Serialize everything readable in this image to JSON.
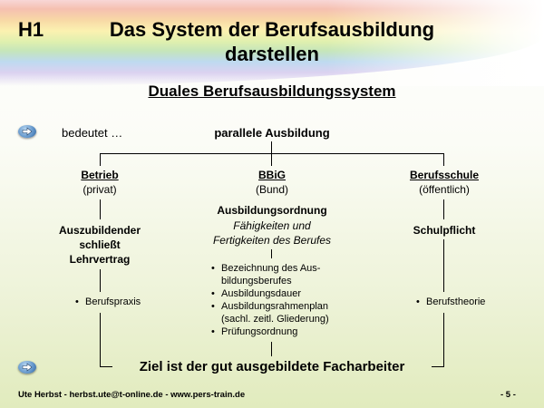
{
  "header": {
    "code": "H1",
    "title_line1": "Das System der Berufsausbildung",
    "title_line2": "darstellen"
  },
  "subtitle": "Duales Berufsausbildungssystem",
  "row_top": {
    "lead": "bedeutet …",
    "center": "parallele Ausbildung"
  },
  "betrieb": {
    "title": "Betrieb",
    "sub": "(privat)",
    "role_line1": "Auszubildender",
    "role_line2": "schließt",
    "role_line3": "Lehrvertrag",
    "bullet": "Berufspraxis"
  },
  "bbig": {
    "title": "BBiG",
    "sub": "(Bund)",
    "heading": "Ausbildungsordnung",
    "italic_line1": "Fähigkeiten und",
    "italic_line2": "Fertigkeiten des Berufes",
    "bullets": [
      {
        "line1": "Bezeichnung des Aus-",
        "line2": "bildungsberufes"
      },
      {
        "line1": "Ausbildungsdauer",
        "line2": ""
      },
      {
        "line1": "Ausbildungsrahmenplan",
        "line2": "(sachl. zeitl. Gliederung)"
      },
      {
        "line1": "Prüfungsordnung",
        "line2": ""
      }
    ]
  },
  "schule": {
    "title": "Berufsschule",
    "sub": "(öffentlich)",
    "duty": "Schulpflicht",
    "bullet": "Berufstheorie"
  },
  "goal": "Ziel ist der gut ausgebildete Facharbeiter",
  "footer": {
    "author": "Ute Herbst  -  herbst.ute@t-online.de  -  www.pers-train.de",
    "page": "- 5 -"
  },
  "colors": {
    "button_blue": "#5f93c9"
  }
}
